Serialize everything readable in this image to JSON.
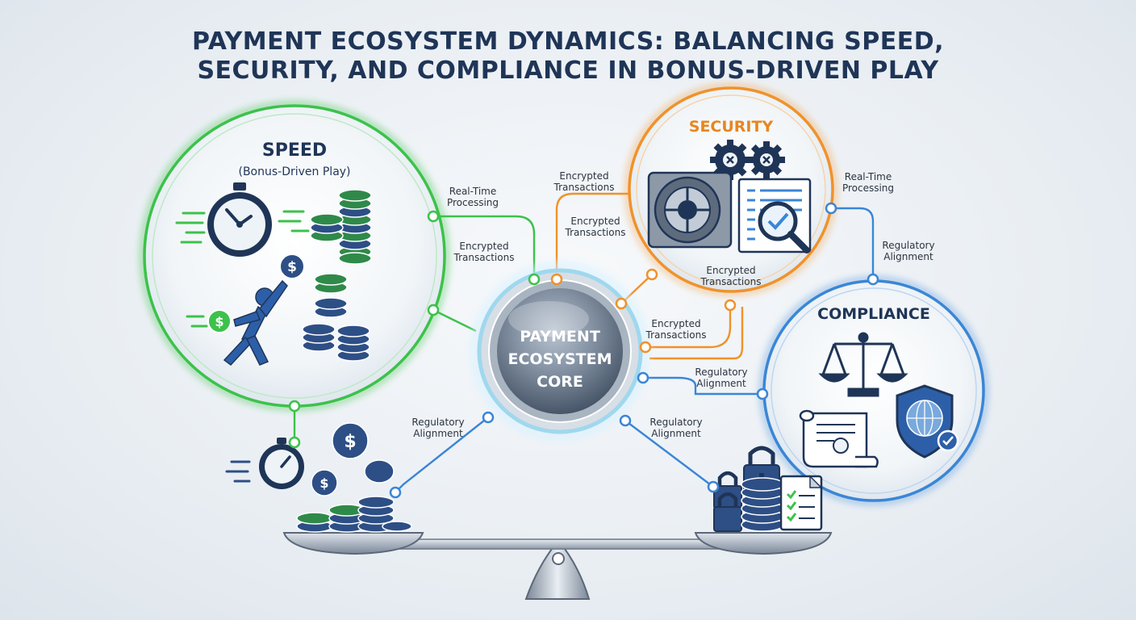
{
  "title": {
    "line1": "PAYMENT ECOSYSTEM DYNAMICS: BALANCING SPEED,",
    "line2": "SECURITY, AND COMPLIANCE IN BONUS-DRIVEN PLAY"
  },
  "speed": {
    "title": "SPEED",
    "subtitle": "(Bonus-Driven Play)"
  },
  "security": {
    "title": "SECURITY"
  },
  "compliance": {
    "title": "COMPLIANCE"
  },
  "core": {
    "line1": "PAYMENT",
    "line2": "ECOSYSTEM",
    "line3": "CORE"
  },
  "labels": {
    "speed_realtime": [
      "Real-Time",
      "Processing"
    ],
    "speed_encrypted": [
      "Encrypted",
      "Transactions"
    ],
    "sec_encrypted_top": [
      "Encrypted",
      "Transactions"
    ],
    "sec_encrypted_mid": [
      "Encrypted",
      "Transactions"
    ],
    "sec_encrypted_inner": [
      "Encrypted",
      "Transactions"
    ],
    "core_encrypted": [
      "Encrypted",
      "Transactions"
    ],
    "right_realtime": [
      "Real-Time",
      "Processing"
    ],
    "right_regulatory": [
      "Regulatory",
      "Alignment"
    ],
    "core_regulatory_right": [
      "Regulatory",
      "Alignment"
    ],
    "bottom_regulatory_left": [
      "Regulatory",
      "Alignment"
    ],
    "bottom_regulatory_right": [
      "Regulatory",
      "Alignment"
    ]
  },
  "icons": {
    "dollar": "$",
    "check": "✓"
  },
  "colors": {
    "speed": "#3cc24a",
    "security": "#f0922a",
    "compliance": "#3a86d6",
    "navy": "#1f3557",
    "chip_green": "#2f8a4a",
    "chip_blue": "#2d4f86"
  }
}
